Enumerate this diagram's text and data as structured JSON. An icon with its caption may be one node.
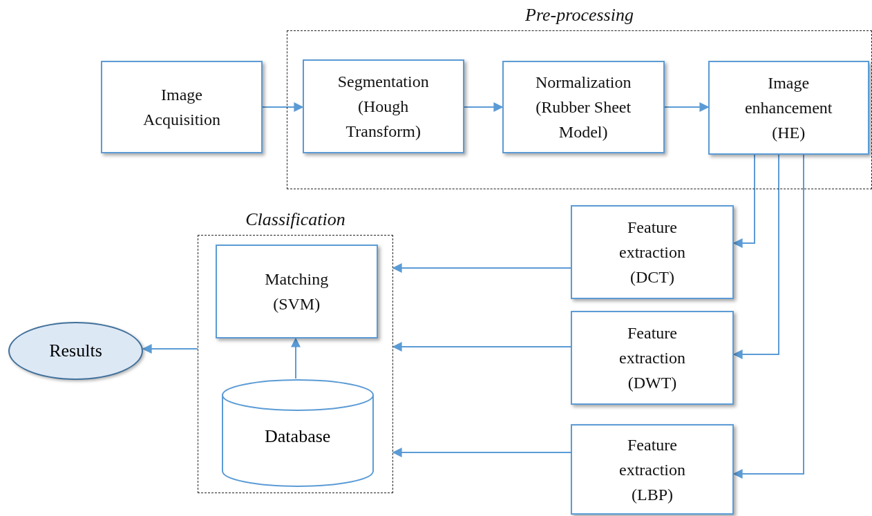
{
  "diagram": {
    "nodes": [
      {
        "text": [
          "Pre-processing"
        ]
      },
      {
        "text": [
          "Image Acquisition"
        ]
      },
      {
        "text": [
          "Segmentation (Hough Transform)"
        ],
        "in": 0
      },
      {
        "text": [
          "Normalization (Rubber Sheet Model)"
        ],
        "in": 0
      },
      {
        "text": [
          "Image enhancement (HE)"
        ],
        "in": 0
      },
      {
        "text": [
          "Classification"
        ]
      },
      {
        "text": [
          "Matching (SVM)"
        ],
        "in": 5
      },
      {
        "text": [
          "Database"
        ],
        "in": 5
      },
      {
        "text": [
          "Feature extraction (DCT)"
        ]
      },
      {
        "text": [
          "Feature extraction (DWT)"
        ]
      },
      {
        "text": [
          "Feature extraction (LBP)"
        ]
      },
      {
        "text": [
          "Results"
        ]
      }
    ],
    "edges": [
      {
        "from": 1,
        "to": 2,
        "arrow": "to"
      },
      {
        "from": 2,
        "to": 3,
        "arrow": "to"
      },
      {
        "from": 3,
        "to": 4,
        "arrow": "to"
      },
      {
        "from": 4,
        "to": 8,
        "arrow": "to"
      },
      {
        "from": 4,
        "to": 9,
        "arrow": "to"
      },
      {
        "from": 4,
        "to": 10,
        "arrow": "to"
      },
      {
        "from": 8,
        "to": 5,
        "arrow": "to"
      },
      {
        "from": 9,
        "to": 5,
        "arrow": "to"
      },
      {
        "from": 10,
        "to": 5,
        "arrow": "to"
      },
      {
        "from": 7,
        "to": 6,
        "arrow": "to"
      },
      {
        "from": 5,
        "to": 11,
        "arrow": "to"
      }
    ]
  }
}
